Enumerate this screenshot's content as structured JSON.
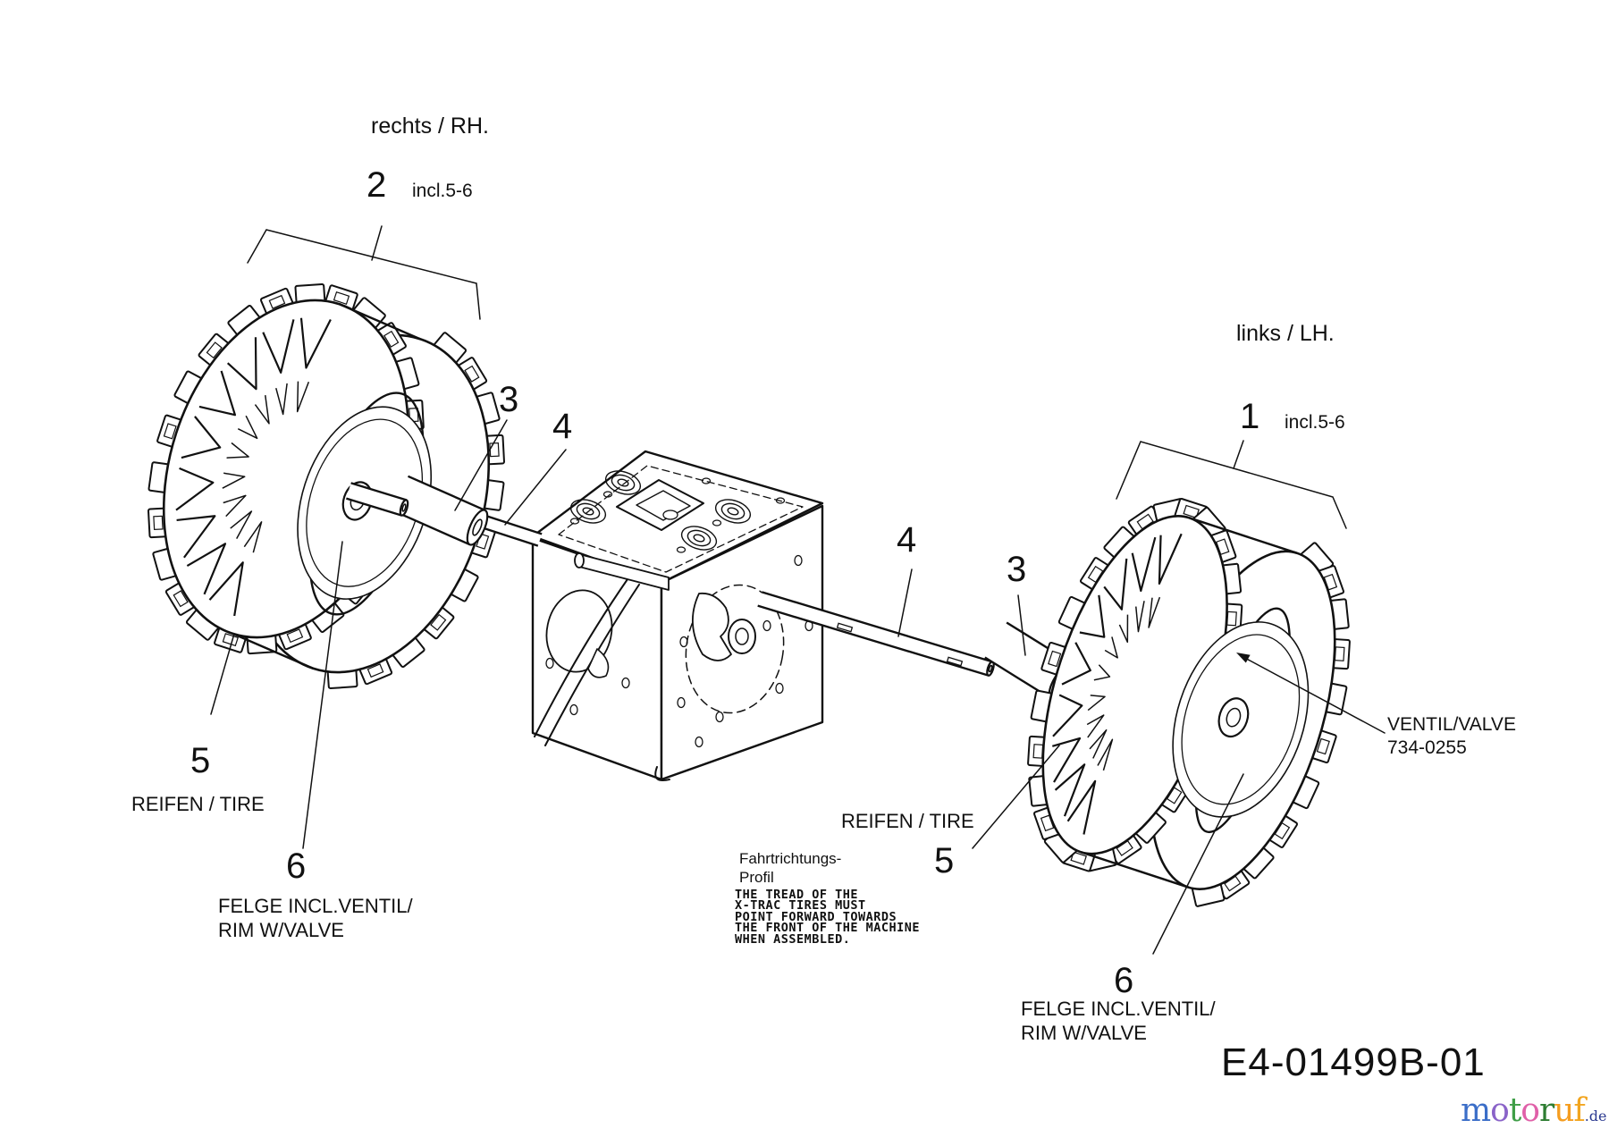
{
  "diagram": {
    "side_right_label": "rechts / RH.",
    "side_left_label": "links / LH.",
    "callout_1": {
      "num": "1",
      "note": "incl.5-6"
    },
    "callout_2": {
      "num": "2",
      "note": "incl.5-6"
    },
    "num3": "3",
    "num4": "4",
    "num5": "5",
    "num6": "6",
    "tire_label": "REIFEN / TIRE",
    "rim_label_line1": "FELGE INCL.VENTIL/",
    "rim_label_line2": "RIM W/VALVE",
    "valve_label": "VENTIL/VALVE",
    "valve_part": "734-0255",
    "direction": {
      "title_line1": "Fahrtrichtungs-",
      "title_line2": "Profil",
      "note_lines": [
        "THE TREAD OF THE",
        "X-TRAC TIRES MUST",
        "POINT FORWARD TOWARDS",
        "THE FRONT OF THE MACHINE",
        "WHEN ASSEMBLED."
      ]
    },
    "drawing_number": "E4-01499B-01",
    "watermark": {
      "letters": [
        {
          "ch": "m",
          "color": "#3b6ec8"
        },
        {
          "ch": "o",
          "color": "#8a63c8"
        },
        {
          "ch": "t",
          "color": "#3f9e47"
        },
        {
          "ch": "o",
          "color": "#e060a8"
        },
        {
          "ch": "r",
          "color": "#2e7d32"
        },
        {
          "ch": "u",
          "color": "#f59d20"
        },
        {
          "ch": "f",
          "color": "#f2a51f"
        }
      ],
      "suffix": ".de",
      "suffix_color": "#2b3990"
    },
    "ink_color": "#111111"
  }
}
